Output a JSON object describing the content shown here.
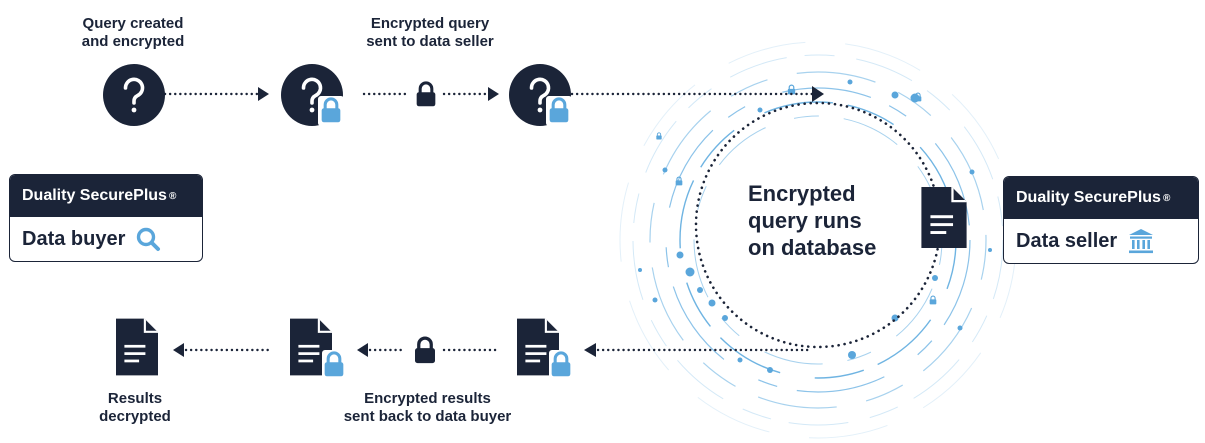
{
  "colors": {
    "navy": "#1b2438",
    "accent": "#5aa6db",
    "light_accent": "#a8d2ee"
  },
  "labels": {
    "query_created": [
      "Query created",
      "and encrypted"
    ],
    "query_sent": [
      "Encrypted query",
      "sent to data seller"
    ],
    "query_runs": [
      "Encrypted",
      "query runs",
      "on database"
    ],
    "results_decrypted": [
      "Results",
      "decrypted"
    ],
    "results_sent": [
      "Encrypted results",
      "sent back to data buyer"
    ]
  },
  "buyer_card": {
    "brand": "Duality SecurePlus",
    "reg": "®",
    "role": "Data buyer",
    "icon": "search-icon"
  },
  "seller_card": {
    "brand": "Duality SecurePlus",
    "reg": "®",
    "role": "Data seller",
    "icon": "bank-icon"
  },
  "icons": {
    "query_nodes": [
      "question-icon",
      "question-lock-icon",
      "question-lock-icon"
    ],
    "result_nodes": [
      "document-icon",
      "document-lock-icon",
      "document-lock-icon"
    ],
    "transit": "lock-icon",
    "database": "document-icon"
  }
}
